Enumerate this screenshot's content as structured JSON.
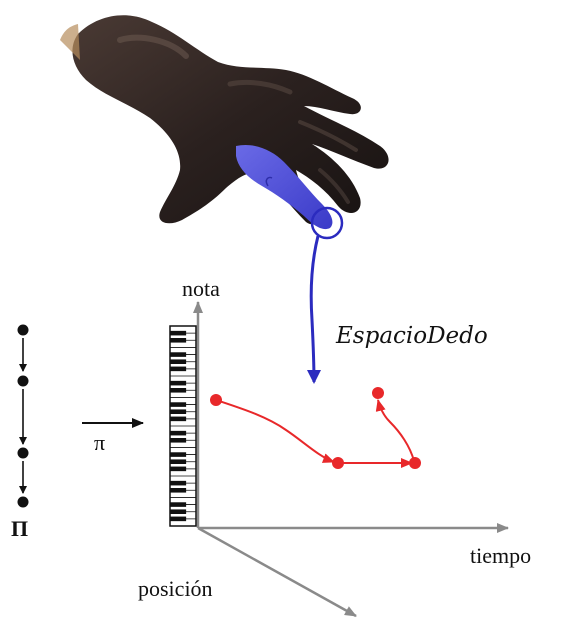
{
  "labels": {
    "y_axis": "nota",
    "x_axis": "tiempo",
    "z_axis": "posición",
    "finger_space": "EspacioDedo",
    "pi_arrow": "π",
    "pi_sequence": "Π"
  },
  "colors": {
    "hand": "#2a2220",
    "finger_highlight": "#4a4ad8",
    "finger_space_arrow": "#2b2bbf",
    "trajectory": "#e8282a",
    "axes": "#8a8a8a",
    "keyboard": "#111111",
    "text": "#111111"
  },
  "icons": {
    "hand": "bronze-hand-sculpture-image"
  }
}
